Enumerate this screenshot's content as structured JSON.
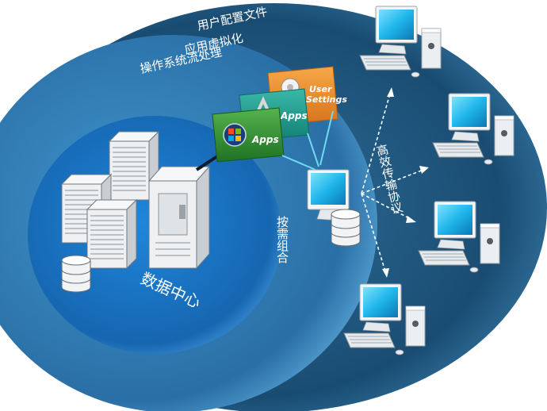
{
  "labels": {
    "data_center": "数据中心",
    "on_demand": "按需组合",
    "protocol": "高效传输协议",
    "user_profile": "用户配置文件",
    "app_virtualization": "应用虚拟化",
    "os_streaming": "操作系统流处理"
  },
  "tiles": {
    "user_settings_line1": "User",
    "user_settings_line2": "Settings",
    "apps_1": "Apps",
    "apps_2": "Apps"
  },
  "colors": {
    "outer_glow": "#1d4f78",
    "inner_circle": "#1a72c4",
    "tile_orange": "#e88a1e",
    "tile_teal": "#1f9a8c",
    "tile_green": "#2e8a2e",
    "monitor_screen": "#1fb6ea"
  },
  "icons": [
    "server-icon",
    "database-icon",
    "desktop-computer-icon",
    "gear-icon",
    "app-store-icon",
    "windows-logo-icon",
    "arrow-icon"
  ]
}
